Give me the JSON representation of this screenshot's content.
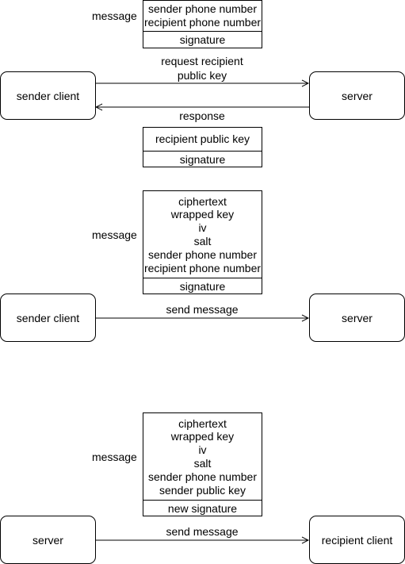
{
  "section1": {
    "message_label": "message",
    "request_msg": {
      "lines": [
        "sender phone number",
        "recipient phone number"
      ],
      "signature": "signature"
    },
    "sender": "sender client",
    "server": "server",
    "request_label_line1": "request recipient",
    "request_label_line2": "public key",
    "response_label": "response",
    "response_msg": {
      "lines": [
        "recipient public key"
      ],
      "signature": "signature"
    }
  },
  "section2": {
    "message_label": "message",
    "msg": {
      "lines": [
        "ciphertext",
        "wrapped key",
        "iv",
        "salt",
        "sender phone number",
        "recipient phone number"
      ],
      "signature": "signature"
    },
    "sender": "sender client",
    "server": "server",
    "edge_label": "send message"
  },
  "section3": {
    "message_label": "message",
    "msg": {
      "lines": [
        "ciphertext",
        "wrapped key",
        "iv",
        "salt",
        "sender phone number",
        "sender public key"
      ],
      "signature": "new signature"
    },
    "server": "server",
    "recipient": "recipient client",
    "edge_label": "send message"
  }
}
